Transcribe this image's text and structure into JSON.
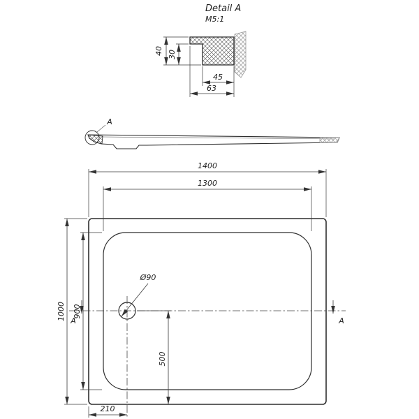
{
  "drawing": {
    "detail": {
      "title": "Detail A",
      "scale": "M5:1",
      "dim_height_outer": "40",
      "dim_height_inner": "30",
      "dim_width_inner": "45",
      "dim_width_outer": "63"
    },
    "side_view": {
      "detail_callout": "A"
    },
    "plan": {
      "dim_overall_width": "1400",
      "dim_inner_width": "1300",
      "dim_overall_depth": "1000",
      "dim_inner_depth": "900",
      "dim_drain_diameter": "Ø90",
      "dim_drain_to_bottom": "500",
      "dim_drain_to_left": "210",
      "section_label_left": "A",
      "section_label_right": "A"
    },
    "colors": {
      "line": "#2e2e2e",
      "dimension_line": "#3a3a3a",
      "hatch_dark": "#4a4a4a",
      "hatch_gray": "#ababab",
      "background": "#ffffff"
    }
  }
}
